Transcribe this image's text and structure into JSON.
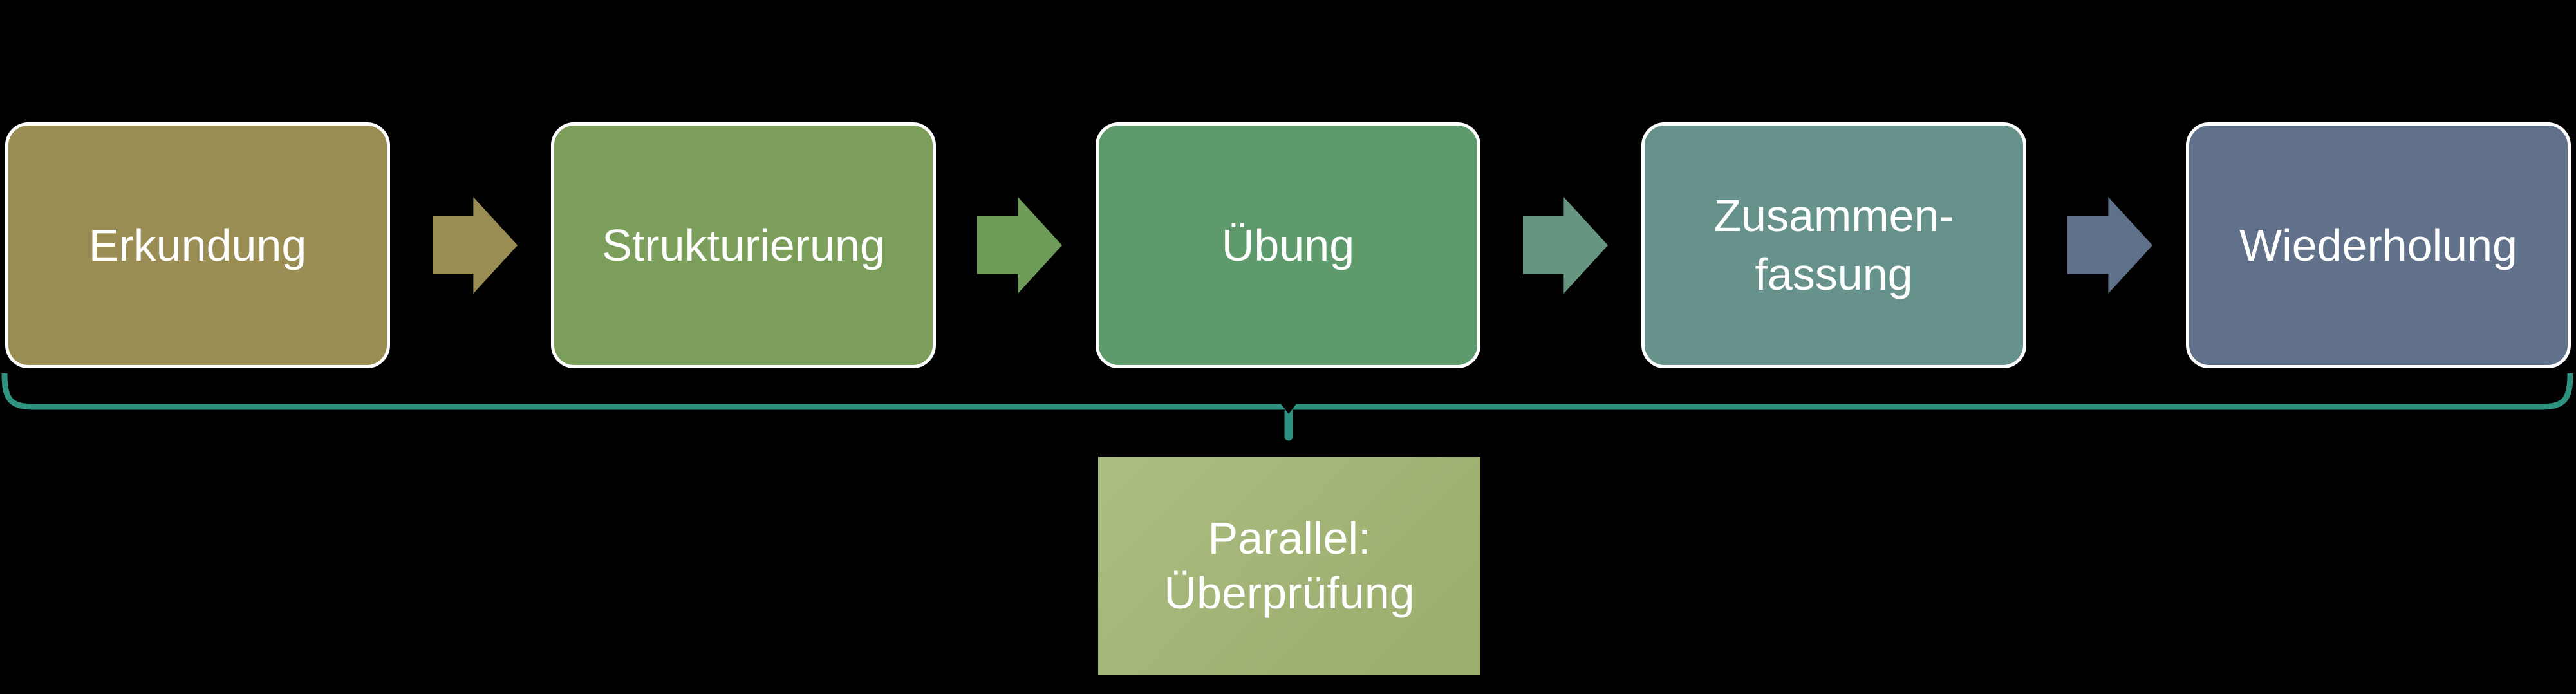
{
  "diagram": {
    "background": "#000000",
    "text_color": "#FFFFFF",
    "box_border_color": "#FFFFFF",
    "steps": [
      {
        "lines": [
          "Erkundung"
        ],
        "fill": "#998D54"
      },
      {
        "lines": [
          "Strukturierung"
        ],
        "fill": "#7B9E5A"
      },
      {
        "lines": [
          "Übung"
        ],
        "fill": "#5F9A6D"
      },
      {
        "lines": [
          "Zusammen-",
          "fassung"
        ],
        "fill": "#67928B"
      },
      {
        "lines": [
          "Wiederholung"
        ],
        "fill": "#607189"
      }
    ],
    "arrows": [
      {
        "fill": "#998D54"
      },
      {
        "fill": "#6E9B58"
      },
      {
        "fill": "#669680"
      },
      {
        "fill": "#5F7189"
      }
    ],
    "bracket": {
      "color": "#2E9280"
    },
    "parallel": {
      "lines": [
        "Parallel:",
        "Überprüfung"
      ],
      "gradient_from": "#ACBD84",
      "gradient_mid": "#A3B577",
      "gradient_to": "#9BAE6B",
      "text_color": "#FFFFFF"
    }
  }
}
